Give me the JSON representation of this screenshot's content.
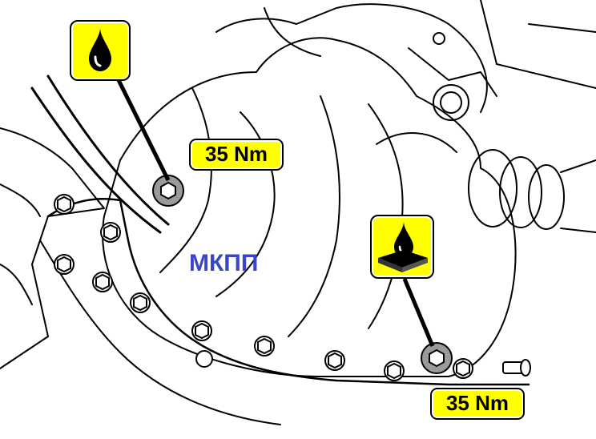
{
  "diagram": {
    "title": "МКПП",
    "torque_top": "35 Nm",
    "torque_bottom": "35 Nm",
    "fill_icon": "oil-drop-icon",
    "drain_icon": "oil-drop-on-tray-icon",
    "colors": {
      "title": "#3a46c8",
      "label_bg": "#ffff00",
      "bolt_fill": "#9a9a9a"
    }
  }
}
